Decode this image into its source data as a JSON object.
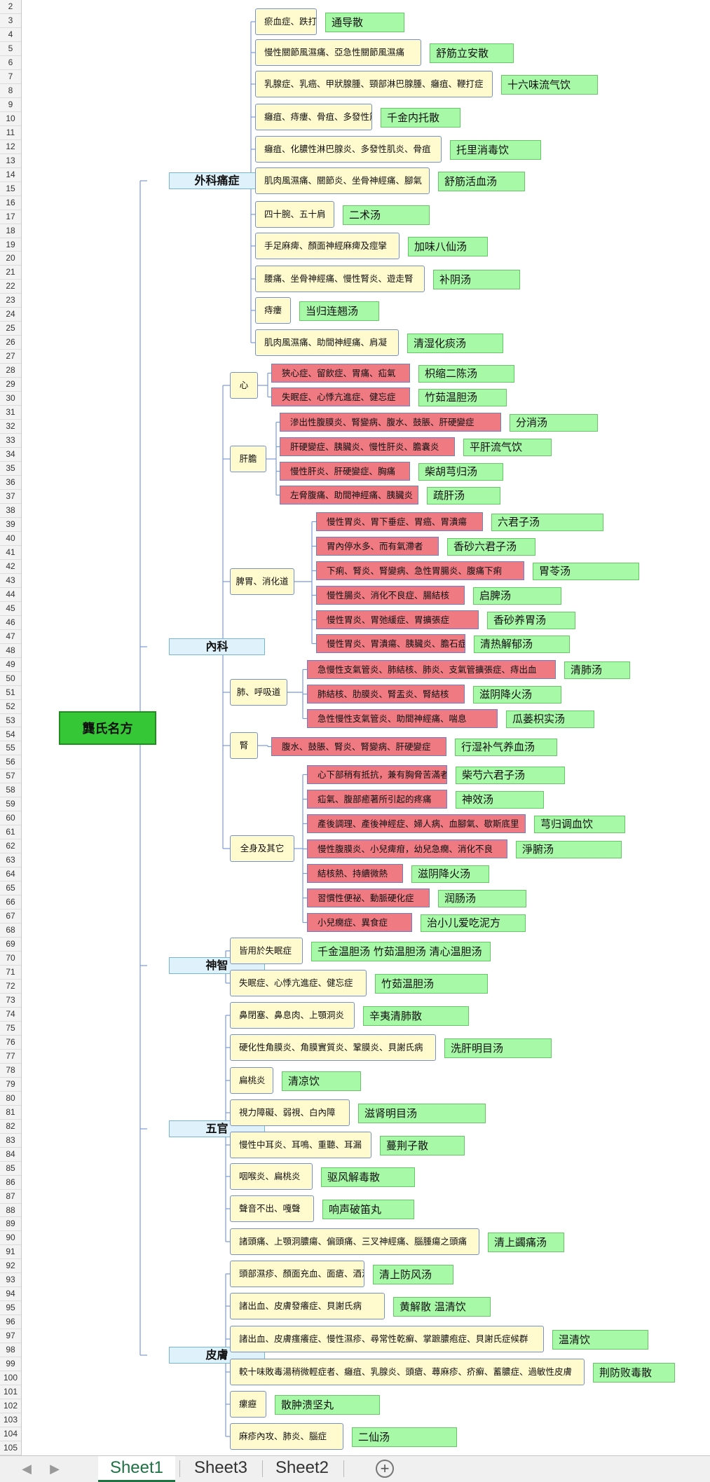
{
  "rows": [
    "2",
    "3",
    "4",
    "5",
    "6",
    "7",
    "8",
    "9",
    "10",
    "11",
    "12",
    "13",
    "14",
    "15",
    "16",
    "17",
    "18",
    "19",
    "20",
    "21",
    "22",
    "23",
    "24",
    "25",
    "26",
    "27",
    "28",
    "29",
    "30",
    "31",
    "32",
    "33",
    "34",
    "35",
    "36",
    "37",
    "38",
    "39",
    "40",
    "41",
    "42",
    "43",
    "44",
    "45",
    "46",
    "47",
    "48",
    "49",
    "50",
    "51",
    "52",
    "53",
    "54",
    "55",
    "56",
    "57",
    "58",
    "59",
    "60",
    "61",
    "62",
    "63",
    "64",
    "65",
    "66",
    "67",
    "68",
    "69",
    "70",
    "71",
    "72",
    "73",
    "74",
    "75",
    "76",
    "77",
    "78",
    "79",
    "80",
    "81",
    "82",
    "83",
    "84",
    "85",
    "86",
    "87",
    "88",
    "89",
    "90",
    "91",
    "92",
    "93",
    "94",
    "95",
    "96",
    "97",
    "98",
    "99",
    "100",
    "101",
    "102",
    "103",
    "104",
    "105"
  ],
  "root": "龔氏名方",
  "categories": {
    "waike": "外科痛症",
    "neike": "內科",
    "shenzhi": "神智",
    "wuguan": "五官",
    "pifu": "皮膚"
  },
  "subcategories": {
    "xin": "心",
    "gandan": "肝膽",
    "piwei": "脾胃、消化道",
    "fei": "肺、呼吸道",
    "shen": "腎",
    "quanshen": "全身及其它"
  },
  "waike_items": [
    {
      "symptom": "瘀血症、跌打損傷",
      "remedy": "通导散"
    },
    {
      "symptom": "慢性關節風濕痛、亞急性關節風濕痛",
      "remedy": "舒筋立安散"
    },
    {
      "symptom": "乳腺症、乳癌、甲狀腺腫、頸部淋巴腺腫、癰疽、鞭打症",
      "remedy": "十六味流气饮"
    },
    {
      "symptom": "癰疽、痔瘻、骨疽、多發性筋炎",
      "remedy": "千金内托散"
    },
    {
      "symptom": "癰疽、化膿性淋巴腺炎、多發性肌炎、骨疽",
      "remedy": "托里消毒饮"
    },
    {
      "symptom": "肌肉風濕痛、關節炎、坐骨神經痛、腳氣",
      "remedy": "舒筋活血汤"
    },
    {
      "symptom": "四十腕、五十肩",
      "remedy": "二术汤"
    },
    {
      "symptom": "手足麻痺、顏面神經麻痺及痙攣",
      "remedy": "加味八仙汤"
    },
    {
      "symptom": "腰痛、坐骨神經痛、慢性腎炎、遊走腎",
      "remedy": "补阴汤"
    },
    {
      "symptom": "痔瘻",
      "remedy": "当归连翘汤"
    },
    {
      "symptom": "肌肉風濕痛、助間神經痛、肩凝",
      "remedy": "清湿化痰汤"
    }
  ],
  "xin_items": [
    {
      "symptom": "狹心症、留飲症、胃痛、疝氣",
      "remedy": "枳缩二陈汤"
    },
    {
      "symptom": "失眠症、心悸亢進症、健忘症",
      "remedy": "竹茹温胆汤"
    }
  ],
  "gandan_items": [
    {
      "symptom": "滲出性腹膜炎、腎變病、腹水、鼓脹、肝硬變症",
      "remedy": "分消汤"
    },
    {
      "symptom": "肝硬變症、胰臟炎、慢性肝炎、膽囊炎",
      "remedy": "平肝流气饮"
    },
    {
      "symptom": "慢性肝炎、肝硬變症、胸痛",
      "remedy": "柴胡芎归汤"
    },
    {
      "symptom": "左脅腹痛、助間神經痛、胰臟炎",
      "remedy": "疏肝汤"
    }
  ],
  "piwei_items": [
    {
      "symptom": "慢性胃炎、胃下垂症、胃癌、胃潰瘍",
      "remedy": "六君子汤"
    },
    {
      "symptom": "胃內停水多、而有氣滯者",
      "remedy": "香砂六君子汤"
    },
    {
      "symptom": "下痢、腎炎、腎變病、急性胃腸炎、腹痛下痢",
      "remedy": "胃苓汤"
    },
    {
      "symptom": "慢性腸炎、消化不良症、腸結核",
      "remedy": "启脾汤"
    },
    {
      "symptom": "慢性胃炎、胃弛緩症、胃擴張症",
      "remedy": "香砂养胃汤"
    },
    {
      "symptom": "慢性胃炎、胃潰瘍、胰臟炎、膽石症",
      "remedy": "清热解郁汤"
    }
  ],
  "fei_items": [
    {
      "symptom": "急慢性支氣管炎、肺結核、肺炎、支氣管擴張症、痔出血",
      "remedy": "清肺汤"
    },
    {
      "symptom": "肺結核、肋膜炎、腎盂炎、腎結核",
      "remedy": "滋阴降火汤"
    },
    {
      "symptom": "急性慢性支氣管炎、助間神經痛、喘息",
      "remedy": "瓜蒌枳实汤"
    }
  ],
  "shen_items": [
    {
      "symptom": "腹水、鼓脹、腎炎、腎變病、肝硬變症",
      "remedy": "行湿补气养血汤"
    }
  ],
  "quanshen_items": [
    {
      "symptom": "心下部稍有抵抗，兼有胸脅苦滿者",
      "remedy": "柴芍六君子汤"
    },
    {
      "symptom": "疝氣、腹部癒著所引起的疼痛",
      "remedy": "神效汤"
    },
    {
      "symptom": "產後調理、產後神經症、婦人病、血腳氣、歇斯底里",
      "remedy": "芎归调血饮"
    },
    {
      "symptom": "慢性腹膜炎、小兒痺疳，幼兒急癇、消化不良",
      "remedy": "淨腑汤"
    },
    {
      "symptom": "結核熱、持續微熱",
      "remedy": "滋阴降火汤"
    },
    {
      "symptom": "習慣性便祕、動脈硬化症",
      "remedy": "润肠汤"
    },
    {
      "symptom": "小兒癇症、異食症",
      "remedy": "治小儿爱吃泥方"
    }
  ],
  "shenzhi_items": [
    {
      "symptom": "皆用於失眠症",
      "remedy": "千金温胆汤 竹茹温胆汤 清心温胆汤"
    },
    {
      "symptom": "失眠症、心悸亢進症、健忘症",
      "remedy": "竹茹温胆汤"
    }
  ],
  "wuguan_items": [
    {
      "symptom": "鼻閉塞、鼻息肉、上顎洞炎",
      "remedy": "辛夷清肺散"
    },
    {
      "symptom": "硬化性角膜炎、角膜實質炎、鞏膜炎、貝謝氏病",
      "remedy": "洗肝明目汤"
    },
    {
      "symptom": "扁桃炎",
      "remedy": "清凉饮"
    },
    {
      "symptom": "視力障礙、弱視、白內障",
      "remedy": "滋肾明目汤"
    },
    {
      "symptom": "慢性中耳炎、耳鳴、重聽、耳漏",
      "remedy": "蔓荆子散"
    },
    {
      "symptom": "咽喉炎、扁桃炎",
      "remedy": "驱风解毒散"
    },
    {
      "symptom": "聲音不出、嘎聲",
      "remedy": "响声破笛丸"
    },
    {
      "symptom": "諸頭痛、上顎洞膿瘍、偏頭痛、三叉神經痛、腦腫瘍之頭痛",
      "remedy": "清上蠲痛汤"
    }
  ],
  "pifu_items": [
    {
      "symptom": "頭部濕疹、顏面充血、面瘡、酒渣鼻",
      "remedy": "清上防风汤"
    },
    {
      "symptom": "諸出血、皮膚發癢症、貝謝氏病",
      "remedy": "黄解散 温清饮"
    },
    {
      "symptom": "諸出血、皮膚瘙癢症、慢性濕疹、尋常性乾癬、掌蹠膿疱症、貝謝氏症候群",
      "remedy": "温清饮"
    },
    {
      "symptom": "較十味敗毒湯稍微輕症者、癰疽、乳腺炎、頭瘡、蕁麻疹、疥癬、蓄膿症、過敏性皮膚",
      "remedy": "荆防败毒散"
    },
    {
      "symptom": "瘰癧",
      "remedy": "散肿溃坚丸"
    },
    {
      "symptom": "麻疹內攻、肺炎、腦症",
      "remedy": "二仙汤"
    }
  ],
  "sheet_tabs": [
    "Sheet1",
    "Sheet3",
    "Sheet2"
  ],
  "active_sheet": "Sheet1",
  "colors": {
    "root_fill": "#36c736",
    "category_fill": "#dff2fb",
    "subcategory_fill": "#fffbcf",
    "symptom_red_fill": "#f07a82",
    "remedy_fill": "#a7f8a7",
    "connector": "#7b9ad8",
    "active_tab_text": "#1f7244"
  }
}
